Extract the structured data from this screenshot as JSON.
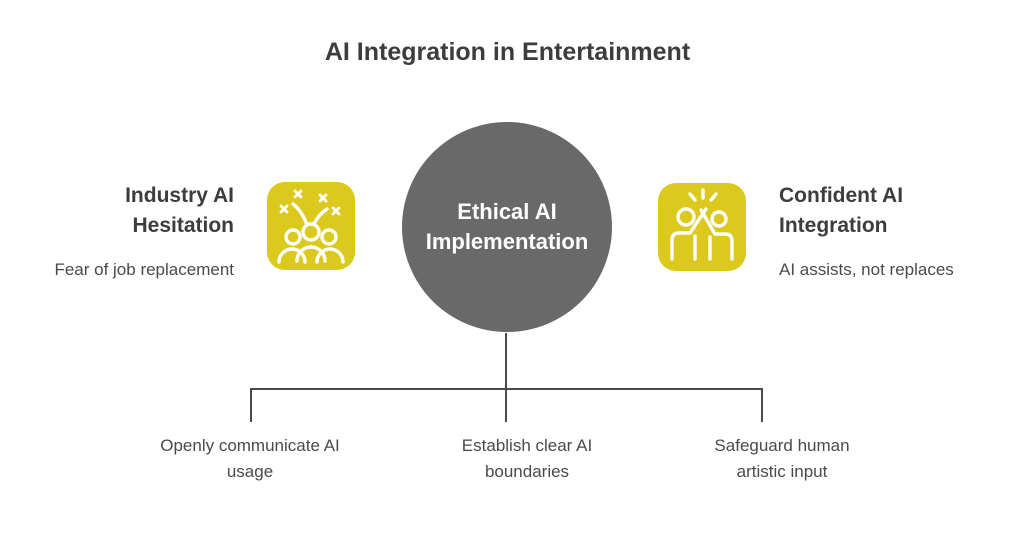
{
  "title": "AI Integration in Entertainment",
  "colors": {
    "accent_yellow": "#dcc91d",
    "circle_gray": "#696969",
    "heading_dark": "#3d3d3d",
    "body_text": "#4a4a4a",
    "line_gray": "#4a4a4a"
  },
  "center_node": {
    "label": "Ethical AI\nImplementation"
  },
  "left_node": {
    "heading": "Industry AI\nHesitation",
    "subtext": "Fear of job replacement",
    "icon": "crowd-scatter-icon"
  },
  "right_node": {
    "heading": "Confident AI\nIntegration",
    "subtext": "AI assists, not replaces",
    "icon": "high-five-icon"
  },
  "branches": [
    {
      "label": "Openly communicate AI\nusage"
    },
    {
      "label": "Establish clear AI\nboundaries"
    },
    {
      "label": "Safeguard human\nartistic input"
    }
  ]
}
